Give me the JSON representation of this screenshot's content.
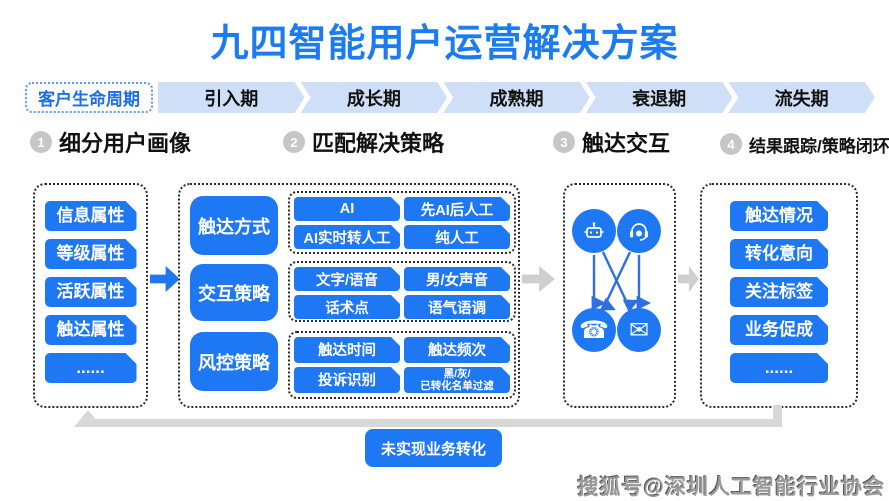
{
  "title": "九四智能用户运营解决方案",
  "lifecycle": {
    "label": "客户生命周期",
    "stages": [
      "引入期",
      "成长期",
      "成熟期",
      "衰退期",
      "流失期"
    ]
  },
  "steps": [
    {
      "num": "1",
      "label": "细分用户画像"
    },
    {
      "num": "2",
      "label": "匹配解决策略"
    },
    {
      "num": "3",
      "label": "触达交互"
    },
    {
      "num": "4",
      "label": "结果跟踪/策略闭环"
    }
  ],
  "profile_tags": [
    "信息属性",
    "等级属性",
    "活跃属性",
    "触达属性",
    "......"
  ],
  "strategy": {
    "rows": [
      {
        "label": "触达方式",
        "items": [
          "AI",
          "先AI后人工",
          "AI实时转人工",
          "纯人工"
        ]
      },
      {
        "label": "交互策略",
        "items": [
          "文字/语音",
          "男/女声音",
          "话术点",
          "语气语调"
        ]
      },
      {
        "label": "风控策略",
        "items": [
          "触达时间",
          "触达频次",
          "投诉识别",
          {
            "lines": [
              "黑/灰/",
              "已转化名单过滤"
            ]
          }
        ]
      }
    ]
  },
  "interaction": {
    "icons": [
      "robot",
      "customer-service-agent",
      "phone",
      "mail"
    ],
    "phone_glyph": "☎",
    "mail_glyph": "✉"
  },
  "result_tags": [
    "触达情况",
    "转化意向",
    "关注标签",
    "业务促成",
    "......"
  ],
  "feedback_button": "未实现业务转化",
  "watermark": "搜狐号@深圳人工智能行业协会",
  "colors": {
    "primary_blue": "#1f78f3",
    "title_blue": "#1b7cf2",
    "light_blue_bar": "#cfdff7",
    "gray_arrow": "#cfcfcf",
    "loop_gray": "#d8d8d8",
    "step_circle_gray": "#c6c6c6"
  }
}
